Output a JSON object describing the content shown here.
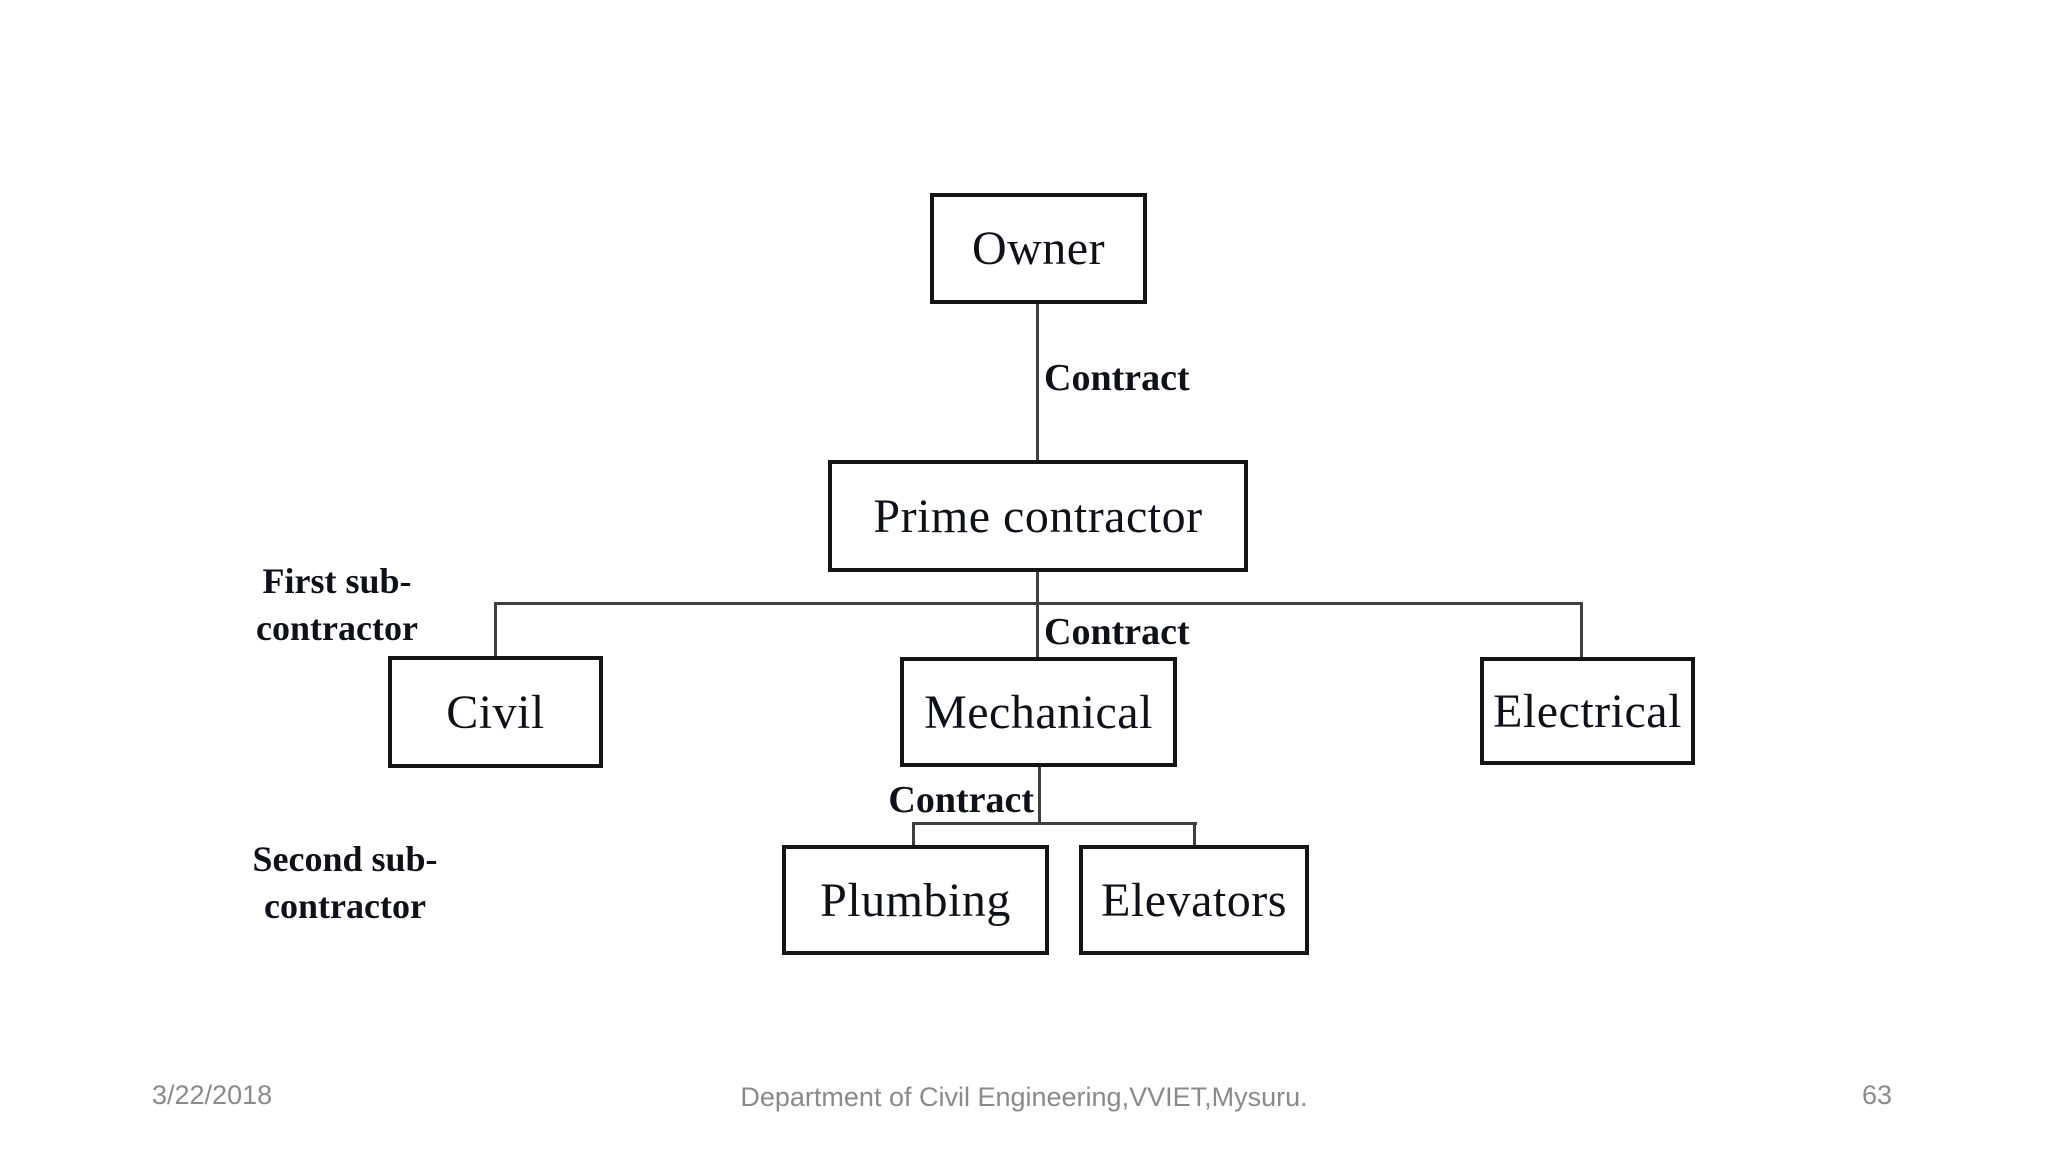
{
  "diagram": {
    "nodes": {
      "owner": {
        "label": "Owner"
      },
      "prime": {
        "label": "Prime contractor"
      },
      "civil": {
        "label": "Civil"
      },
      "mechanical": {
        "label": "Mechanical"
      },
      "electrical": {
        "label": "Electrical"
      },
      "plumbing": {
        "label": "Plumbing"
      },
      "elevators": {
        "label": "Elevators"
      }
    },
    "edge_labels": {
      "owner_prime": "Contract",
      "prime_tier1": "Contract",
      "mechanical_tier2": "Contract"
    },
    "side_labels": {
      "first": {
        "line1": "First sub-",
        "line2": "contractor"
      },
      "second": {
        "line1": "Second sub-",
        "line2": "contractor"
      }
    },
    "colors": {
      "box_border": "#141414",
      "connector": "#3f3f3f",
      "text": "#101018"
    }
  },
  "footer": {
    "date": "3/22/2018",
    "department": "Department of Civil Engineering,VVIET,Mysuru.",
    "page_number": "63",
    "text_color": "#8a8a8a"
  }
}
